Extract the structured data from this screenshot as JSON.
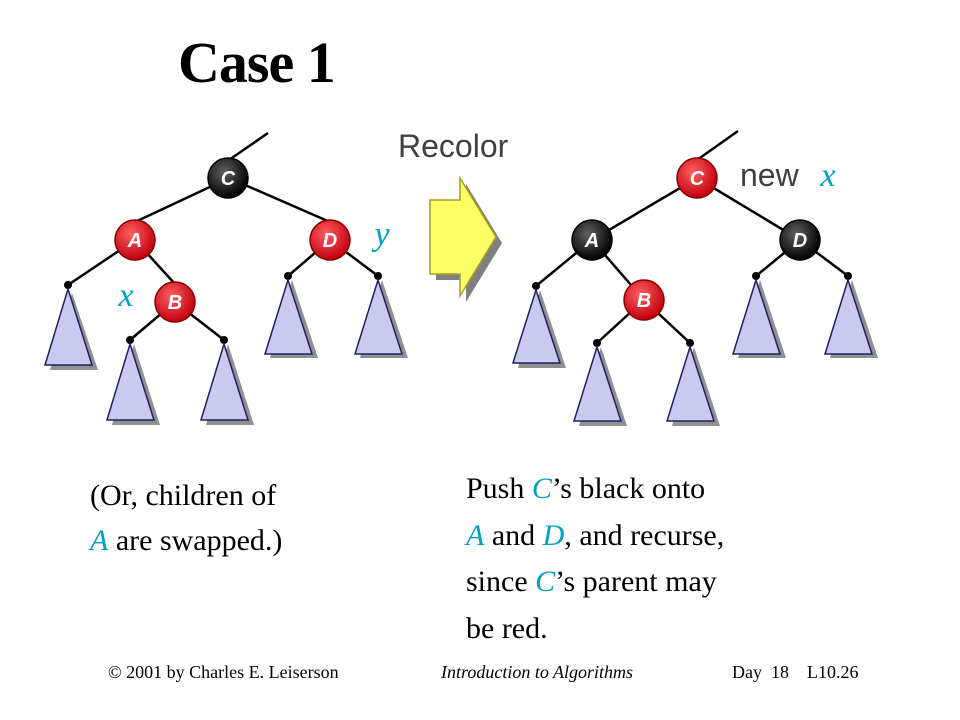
{
  "title": "Case 1",
  "diagram": {
    "recolor_label": "Recolor",
    "new_label": "new",
    "left_tree": {
      "nodes": [
        {
          "label": "C",
          "color": "black"
        },
        {
          "label": "A",
          "color": "red"
        },
        {
          "label": "D",
          "color": "red"
        },
        {
          "label": "B",
          "color": "red"
        }
      ],
      "var_x": "x",
      "var_y": "y"
    },
    "right_tree": {
      "nodes": [
        {
          "label": "C",
          "color": "red"
        },
        {
          "label": "A",
          "color": "black"
        },
        {
          "label": "D",
          "color": "black"
        },
        {
          "label": "B",
          "color": "red"
        }
      ],
      "var_x": "x"
    },
    "colors": {
      "red_node": "#d81820",
      "black_node": "#101010",
      "subtree_fill": "#c8caf0",
      "arrow_fill": "#ffff66",
      "variable_text": "#00a0c0"
    }
  },
  "notes": {
    "left": {
      "line1": "(Or, children of",
      "line2_var": "A",
      "line2_rest": " are swapped.)"
    },
    "right": {
      "l1_pre": "Push ",
      "l1_var": "C",
      "l1_post": "’s black onto",
      "l2_var1": "A",
      "l2_mid": " and ",
      "l2_var2": "D",
      "l2_post": ", and recurse,",
      "l3_pre": "since ",
      "l3_var": "C",
      "l3_post": "’s parent may",
      "l4": "be red."
    }
  },
  "footer": {
    "left": "© 2001 by Charles E. Leiserson",
    "center": "Introduction to Algorithms",
    "right": "Day  18    L10.26"
  }
}
